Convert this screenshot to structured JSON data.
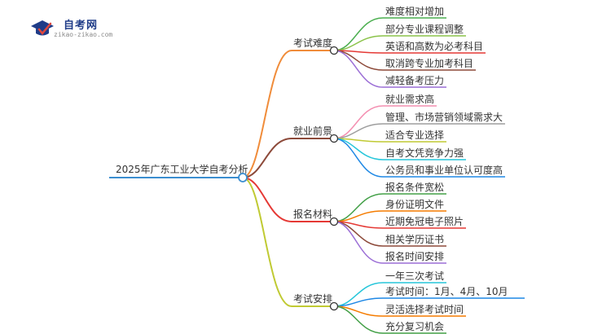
{
  "logo": {
    "title": "自考网",
    "subtitle": "zikao-zikao.com",
    "colors": {
      "cap": "#1f3c88",
      "check": "#e0463c"
    }
  },
  "root": {
    "label": "2025年广东工业大学自考分析",
    "color": "#3b8ed0"
  },
  "branches": [
    {
      "label": "考试难度",
      "color": "#f08c3a",
      "children": [
        {
          "label": "难度相对增加",
          "color": "#4caf50"
        },
        {
          "label": "部分专业课程调整",
          "color": "#8bc34a"
        },
        {
          "label": "英语和高数为必考科目",
          "color": "#e53935"
        },
        {
          "label": "取消跨专业加考科目",
          "color": "#8d4a3a"
        },
        {
          "label": "减轻备考压力",
          "color": "#9c6fd6"
        }
      ]
    },
    {
      "label": "就业前景",
      "color": "#8d4a3a",
      "children": [
        {
          "label": "就业需求高",
          "color": "#f48fb1"
        },
        {
          "label": "管理、市场营销领域需求大",
          "color": "#9e9e9e"
        },
        {
          "label": "适合专业选择",
          "color": "#c0ca33"
        },
        {
          "label": "自考文凭竞争力强",
          "color": "#26c6da"
        },
        {
          "label": "公务员和事业单位认可度高",
          "color": "#1e88e5"
        }
      ]
    },
    {
      "label": "报名材料",
      "color": "#e53935",
      "children": [
        {
          "label": "报名条件宽松",
          "color": "#43a047"
        },
        {
          "label": "身份证明文件",
          "color": "#f57c00"
        },
        {
          "label": "近期免冠电子照片",
          "color": "#e53935"
        },
        {
          "label": "相关学历证书",
          "color": "#8d4a3a"
        },
        {
          "label": "报名时间安排",
          "color": "#9c6fd6"
        }
      ]
    },
    {
      "label": "考试安排",
      "color": "#c0ca33",
      "children": [
        {
          "label": "一年三次考试",
          "color": "#26c6da"
        },
        {
          "label": "考试时间：1月、4月、10月",
          "color": "#1e88e5"
        },
        {
          "label": "灵活选择考试时间",
          "color": "#f57c00"
        },
        {
          "label": "充分复习机会",
          "color": "#43a047"
        }
      ]
    }
  ]
}
